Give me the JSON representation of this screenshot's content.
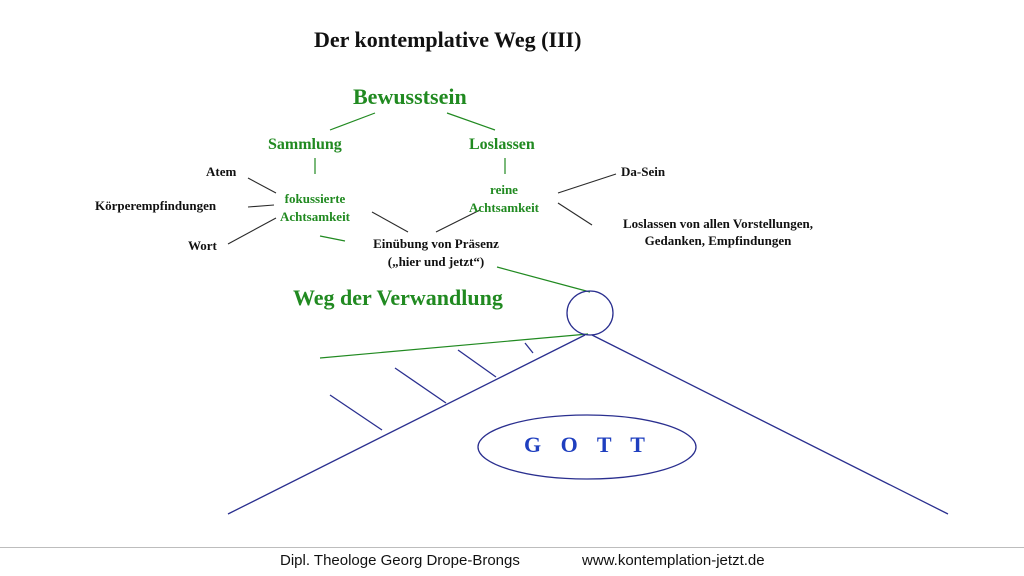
{
  "title": "Der kontemplative Weg (III)",
  "top_node": "Bewusstsein",
  "branches": {
    "left": "Sammlung",
    "right": "Loslassen"
  },
  "left_inputs": [
    "Atem",
    "Körperempfindungen",
    "Wort"
  ],
  "left_result": [
    "fokussierte",
    "Achtsamkeit"
  ],
  "right_result": [
    "reine",
    "Achtsamkeit"
  ],
  "right_outputs": {
    "first": "Da-Sein",
    "second": [
      "Loslassen von allen Vorstellungen,",
      "Gedanken, Empfindungen"
    ]
  },
  "practice": [
    "Einübung von Präsenz",
    "(„hier und jetzt“)"
  ],
  "path_label": "Weg der Verwandlung",
  "center_label": "G O T T",
  "footer": {
    "author": "Dipl. Theologe Georg Drope-Brongs",
    "url": "www.kontemplation-jetzt.de"
  },
  "colors": {
    "green": "#218a21",
    "blue": "#1f3fbf",
    "line_blue": "#2a2f8f",
    "text": "#111111"
  }
}
